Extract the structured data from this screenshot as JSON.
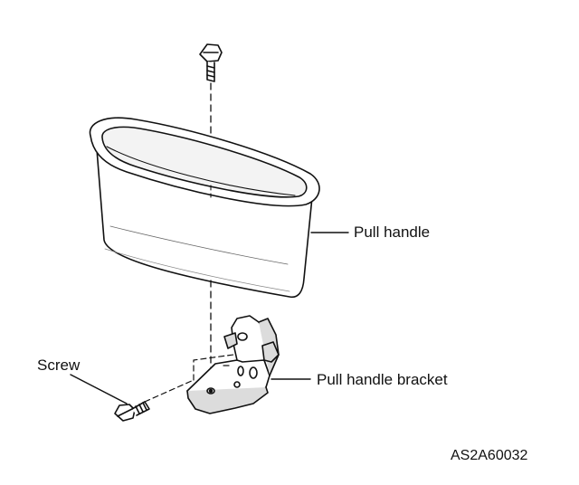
{
  "labels": {
    "pull_handle": "Pull handle",
    "screw": "Screw",
    "pull_handle_bracket": "Pull handle bracket"
  },
  "figure_code": "AS2A60032",
  "colors": {
    "ink": "#111111",
    "shade": "#dcdcdc",
    "background": "#ffffff"
  }
}
